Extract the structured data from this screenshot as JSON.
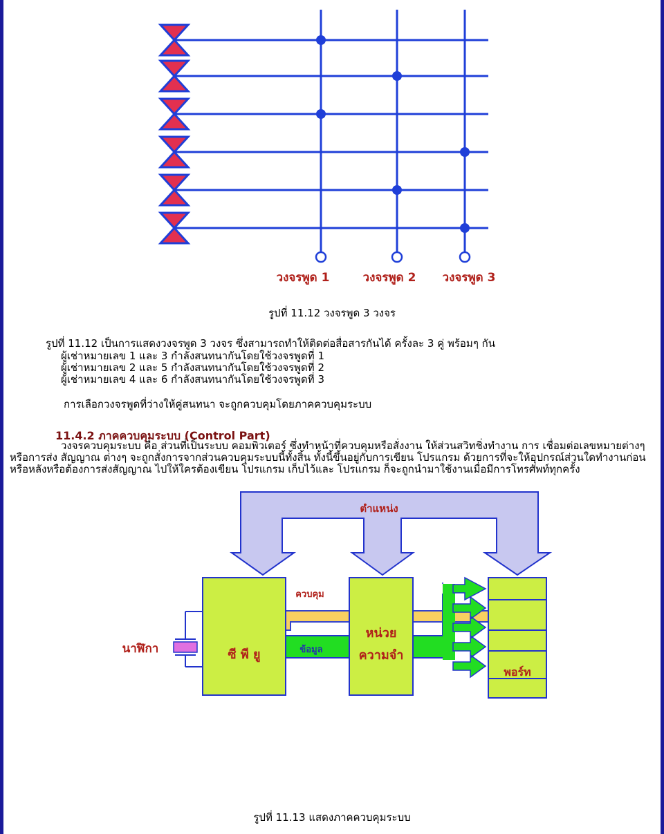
{
  "figure1": {
    "circuit_labels": [
      "วงจรพูด 1",
      "วงจรพูด 2",
      "วงจรพูด 3"
    ],
    "caption": "รูปที่ 11.12 วงจรพูด 3 วงจร"
  },
  "description": {
    "intro": "รูปที่ 11.12 เป็นการแสดงวงจรพูด 3 วงจร ซึ่งสามารถทำให้ติดต่อสื่อสารกันได้ ครั้งละ 3 คู่ พร้อมๆ กัน",
    "lines": [
      "ผู้เช่าหมายเลข 1 และ 3 กำลังสนทนากันโดยใช้วงจรพูดที่ 1",
      "ผู้เช่าหมายเลข 2 และ 5 กำลังสนทนากันโดยใช้วงจรพูดที่ 2",
      "ผู้เช่าหมายเลข 4 และ 6 กำลังสนทนากันโดยใช้วงจรพูดที่ 3",
      "การเลือกวงจรพูดที่ว่างให้คู่สนทนา จะถูกควบคุมโดยภาคควบคุมระบบ"
    ]
  },
  "section": {
    "title": "11.4.2 ภาคควบคุมระบบ (Control Part)",
    "body": "วงจรควบคุมระบบ คือ ส่วนที่เป็นระบบ คอมพิวเตอร์ ซึ่งทำหน้าที่ควบคุมหรือสั่งงาน ให้ส่วนสวิทชิ่งทำงาน การ เชื่อมต่อเลขหมายต่างๆ หรือการส่ง สัญญาณ ต่างๆ จะถูกสั่งการจากส่วนควบคุมระบบนี้ทั้งสิ้น ทั้งนี้ขึ้นอยู่กับการเขียน โปรแกรม ด้วยการที่จะให้อุปกรณ์ส่วนใดทำงานก่อนหรือหลังหรือต้องการส่งสัญญาณ ไปให้ใครต้องเขียน โปรแกรม เก็บไว้และ โปรแกรม ก็จะถูกนำมาใช้งานเมื่อมีการโทรศัพท์ทุกครั้ง"
  },
  "figure2": {
    "address_bus": "ตำแหน่ง",
    "clock": "นาฬิกา",
    "cpu": "ซี พี ยู",
    "memory_line1": "หน่วย",
    "memory_line2": "ความจำ",
    "port": "พอร์ท",
    "control_bus": "ควบคุม",
    "data_bus": "ข้อมูล",
    "caption": "รูปที่ 11.13 แสดงภาคควบคุมระบบ"
  },
  "colors": {
    "frame": "#1a1a9a",
    "line_blue": "#1f3fd8",
    "label_red": "#b0201a",
    "block_green": "#ccee44",
    "bus_green": "#22dd22",
    "bus_yellow": "#f8d060",
    "bus_lavender": "#c8c8f0",
    "crystal_pink": "#e070e0"
  }
}
